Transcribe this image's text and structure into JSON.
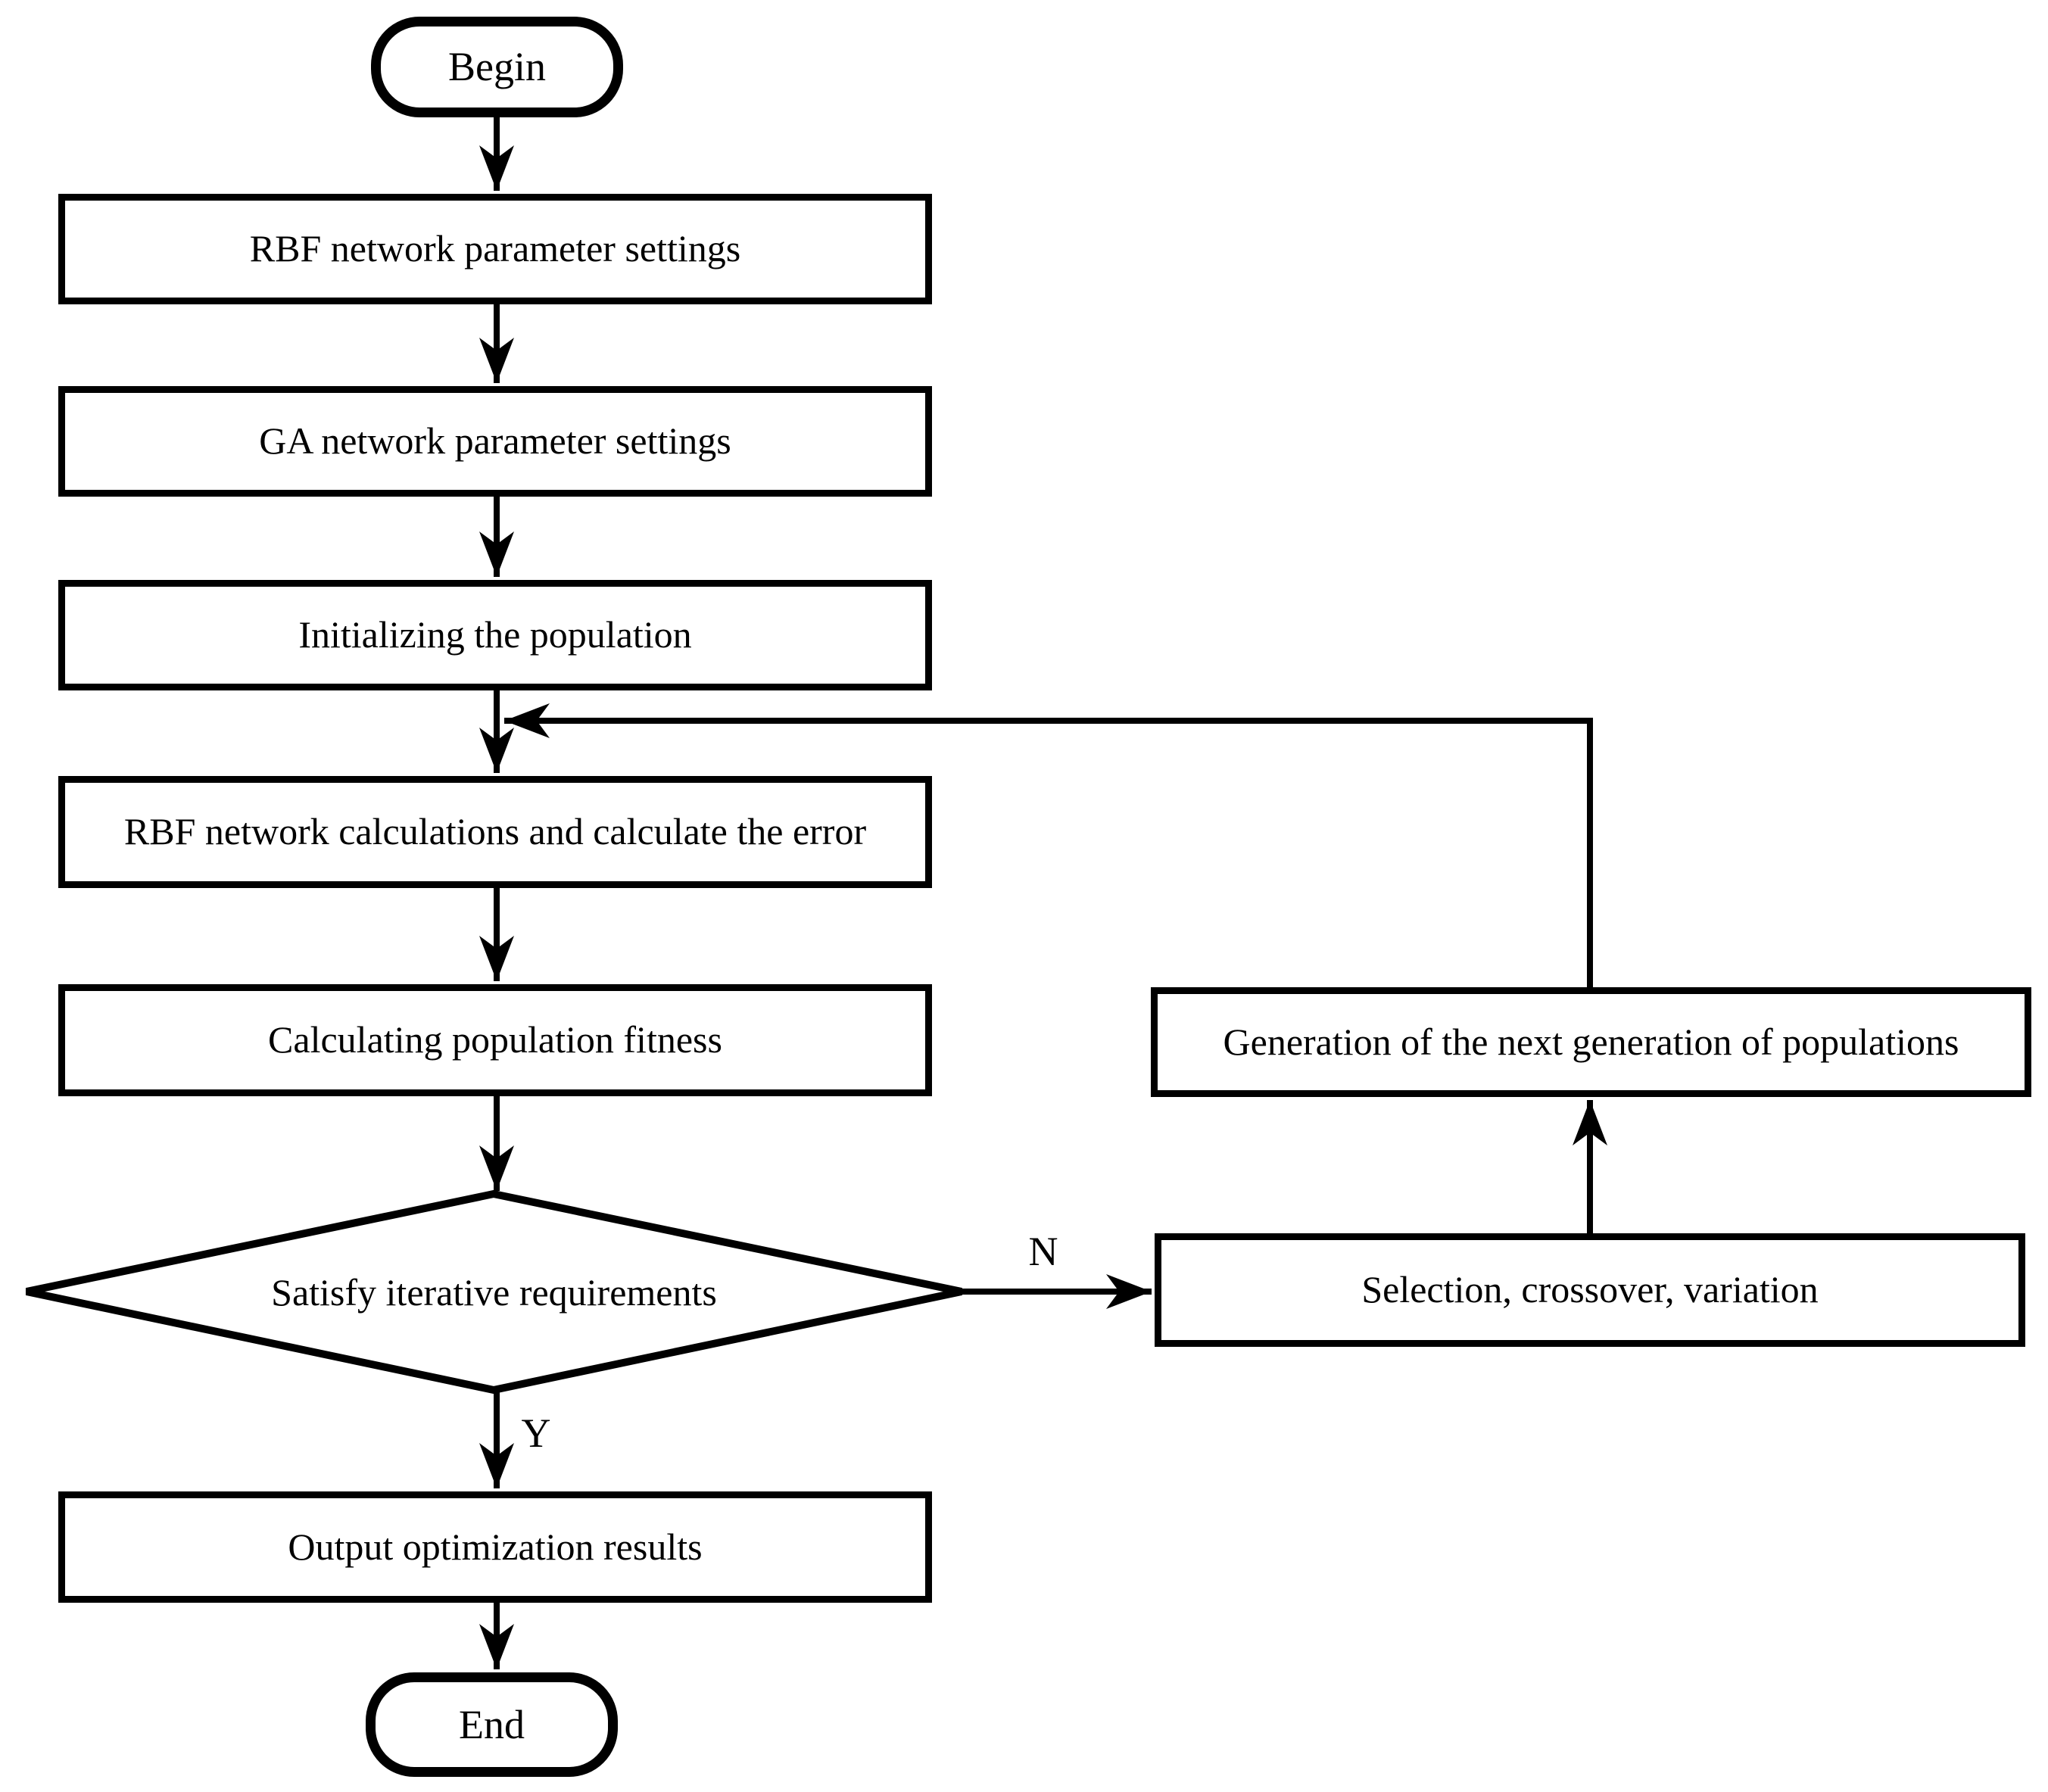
{
  "diagram": {
    "type": "flowchart",
    "background_color": "#ffffff",
    "stroke_color": "#000000",
    "text_color": "#000000",
    "nodes": {
      "begin": {
        "label": "Begin",
        "shape": "terminator"
      },
      "rbf_params": {
        "label": "RBF network parameter settings",
        "shape": "process"
      },
      "ga_params": {
        "label": "GA network parameter settings",
        "shape": "process"
      },
      "init_pop": {
        "label": "Initializing the population",
        "shape": "process"
      },
      "rbf_calc": {
        "label": "RBF network calculations and calculate the error",
        "shape": "process"
      },
      "fitness": {
        "label": "Calculating population fitness",
        "shape": "process"
      },
      "decision": {
        "label": "Satisfy iterative requirements",
        "shape": "decision"
      },
      "output": {
        "label": "Output optimization results",
        "shape": "process"
      },
      "end": {
        "label": "End",
        "shape": "terminator"
      },
      "selection": {
        "label": "Selection, crossover, variation",
        "shape": "process"
      },
      "generation": {
        "label": "Generation of the next generation of populations",
        "shape": "process"
      }
    },
    "edge_labels": {
      "no": "N",
      "yes": "Y"
    },
    "edges": [
      {
        "from": "begin",
        "to": "rbf_params"
      },
      {
        "from": "rbf_params",
        "to": "ga_params"
      },
      {
        "from": "ga_params",
        "to": "init_pop"
      },
      {
        "from": "init_pop",
        "to": "rbf_calc"
      },
      {
        "from": "rbf_calc",
        "to": "fitness"
      },
      {
        "from": "fitness",
        "to": "decision"
      },
      {
        "from": "decision",
        "to": "output",
        "label": "Y"
      },
      {
        "from": "decision",
        "to": "selection",
        "label": "N"
      },
      {
        "from": "selection",
        "to": "generation"
      },
      {
        "from": "generation",
        "to": "rbf_calc"
      },
      {
        "from": "output",
        "to": "end"
      }
    ]
  }
}
